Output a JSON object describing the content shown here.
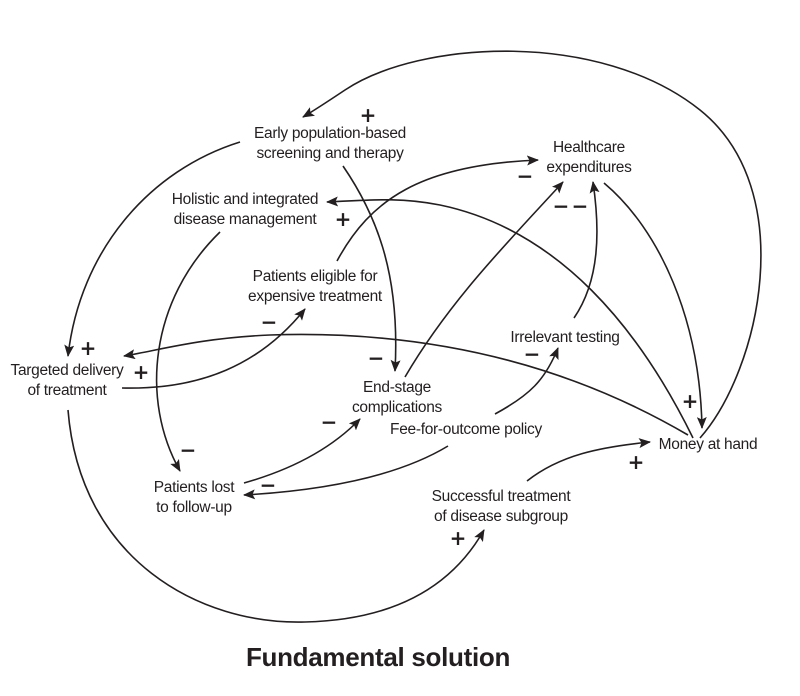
{
  "diagram": {
    "type": "causal-loop-diagram",
    "title": "Fundamental solution",
    "nodes": [
      {
        "id": "early_screening",
        "lines": [
          "Early population-based",
          "screening and therapy"
        ]
      },
      {
        "id": "holistic",
        "lines": [
          "Holistic and integrated",
          "disease management"
        ]
      },
      {
        "id": "healthcare_exp",
        "lines": [
          "Healthcare",
          "expenditures"
        ]
      },
      {
        "id": "patients_eligible",
        "lines": [
          "Patients eligible for",
          "expensive treatment"
        ]
      },
      {
        "id": "targeted_delivery",
        "lines": [
          "Targeted delivery",
          "of treatment"
        ]
      },
      {
        "id": "irrelevant_testing",
        "lines": [
          "Irrelevant testing"
        ]
      },
      {
        "id": "end_stage",
        "lines": [
          "End-stage",
          "complications"
        ]
      },
      {
        "id": "fee_for_outcome",
        "lines": [
          "Fee-for-outcome policy"
        ]
      },
      {
        "id": "money_at_hand",
        "lines": [
          "Money at hand"
        ]
      },
      {
        "id": "patients_lost",
        "lines": [
          "Patients lost",
          "to follow-up"
        ]
      },
      {
        "id": "successful_treatment",
        "lines": [
          "Successful treatment",
          "of disease subgroup"
        ]
      }
    ],
    "edges": [
      {
        "from": "money_at_hand",
        "to": "early_screening",
        "polarity": "+"
      },
      {
        "from": "early_screening",
        "to": "targeted_delivery",
        "polarity": "+"
      },
      {
        "from": "early_screening",
        "to": "end_stage",
        "polarity": "−"
      },
      {
        "from": "money_at_hand",
        "to": "holistic",
        "polarity": "+"
      },
      {
        "from": "holistic",
        "to": "patients_lost",
        "polarity": "−"
      },
      {
        "from": "patients_eligible",
        "to": "healthcare_exp",
        "polarity": "−"
      },
      {
        "from": "targeted_delivery",
        "to": "patients_eligible",
        "polarity": "−"
      },
      {
        "from": "money_at_hand",
        "to": "targeted_delivery",
        "polarity": "+"
      },
      {
        "from": "end_stage",
        "to": "healthcare_exp",
        "polarity": "−"
      },
      {
        "from": "irrelevant_testing",
        "to": "healthcare_exp",
        "polarity": "−"
      },
      {
        "from": "healthcare_exp",
        "to": "money_at_hand",
        "polarity": "+"
      },
      {
        "from": "fee_for_outcome",
        "to": "irrelevant_testing",
        "polarity": "−"
      },
      {
        "from": "fee_for_outcome",
        "to": "patients_lost",
        "polarity": "−"
      },
      {
        "from": "patients_lost",
        "to": "end_stage",
        "polarity": "−"
      },
      {
        "from": "successful_treatment",
        "to": "money_at_hand",
        "polarity": "+"
      },
      {
        "from": "targeted_delivery",
        "to": "successful_treatment",
        "polarity": "+"
      }
    ]
  }
}
